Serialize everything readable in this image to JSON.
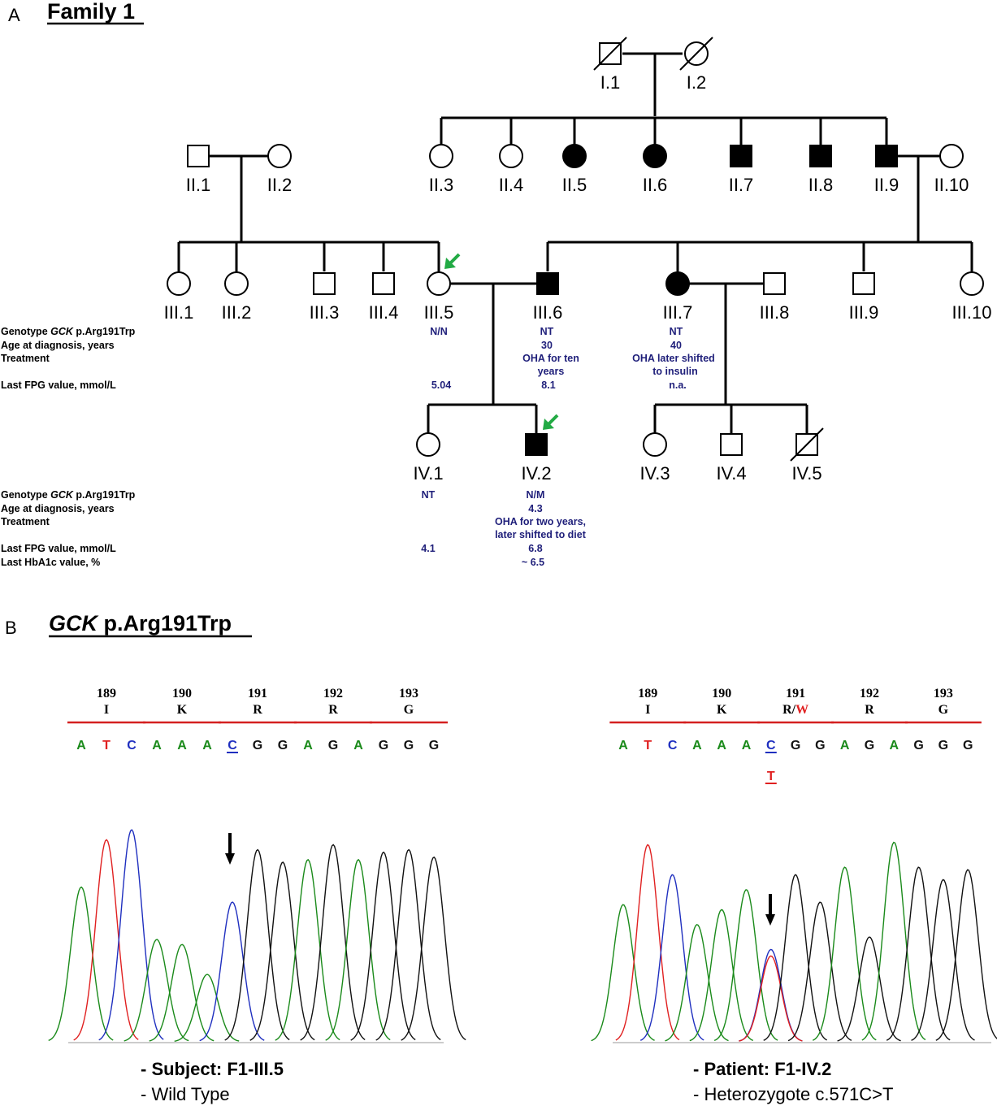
{
  "panel_a": {
    "letter": "A",
    "title": "Family 1",
    "individuals": [
      {
        "id": "I.1",
        "sex": "male",
        "affected": false,
        "deceased": true
      },
      {
        "id": "I.2",
        "sex": "female",
        "affected": false,
        "deceased": true
      },
      {
        "id": "II.1",
        "sex": "male",
        "affected": false,
        "deceased": false
      },
      {
        "id": "II.2",
        "sex": "female",
        "affected": false,
        "deceased": false
      },
      {
        "id": "II.3",
        "sex": "female",
        "affected": false,
        "deceased": false
      },
      {
        "id": "II.4",
        "sex": "female",
        "affected": false,
        "deceased": false
      },
      {
        "id": "II.5",
        "sex": "female",
        "affected": true,
        "deceased": false
      },
      {
        "id": "II.6",
        "sex": "female",
        "affected": true,
        "deceased": false
      },
      {
        "id": "II.7",
        "sex": "male",
        "affected": true,
        "deceased": false
      },
      {
        "id": "II.8",
        "sex": "male",
        "affected": true,
        "deceased": false
      },
      {
        "id": "II.9",
        "sex": "male",
        "affected": true,
        "deceased": false
      },
      {
        "id": "II.10",
        "sex": "female",
        "affected": false,
        "deceased": false
      },
      {
        "id": "III.1",
        "sex": "female",
        "affected": false,
        "deceased": false
      },
      {
        "id": "III.2",
        "sex": "female",
        "affected": false,
        "deceased": false
      },
      {
        "id": "III.3",
        "sex": "male",
        "affected": false,
        "deceased": false
      },
      {
        "id": "III.4",
        "sex": "male",
        "affected": false,
        "deceased": false
      },
      {
        "id": "III.5",
        "sex": "female",
        "affected": false,
        "deceased": false,
        "arrow": true
      },
      {
        "id": "III.6",
        "sex": "male",
        "affected": true,
        "deceased": false
      },
      {
        "id": "III.7",
        "sex": "female",
        "affected": true,
        "deceased": false
      },
      {
        "id": "III.8",
        "sex": "male",
        "affected": false,
        "deceased": false
      },
      {
        "id": "III.9",
        "sex": "male",
        "affected": false,
        "deceased": false
      },
      {
        "id": "III.10",
        "sex": "female",
        "affected": false,
        "deceased": false
      },
      {
        "id": "IV.1",
        "sex": "female",
        "affected": false,
        "deceased": false
      },
      {
        "id": "IV.2",
        "sex": "male",
        "affected": true,
        "deceased": false,
        "arrow": true
      },
      {
        "id": "IV.3",
        "sex": "female",
        "affected": false,
        "deceased": false
      },
      {
        "id": "IV.4",
        "sex": "male",
        "affected": false,
        "deceased": false
      },
      {
        "id": "IV.5",
        "sex": "male",
        "affected": false,
        "deceased": true
      }
    ],
    "gen3_table": {
      "row_labels": {
        "genotype_prefix": "Genotype ",
        "genotype_gene": "GCK",
        "genotype_variant": " p.Arg191Trp",
        "age": "Age at diagnosis, years",
        "treatment": "Treatment",
        "fpg": "Last FPG value, mmol/L"
      },
      "III_5": {
        "genotype": "N/N",
        "fpg": "5.04"
      },
      "III_6": {
        "genotype": "NT",
        "age": "30",
        "treatment_1": "OHA for ten",
        "treatment_2": "years",
        "fpg": "8.1"
      },
      "III_7": {
        "genotype": "NT",
        "age": "40",
        "treatment_1": "OHA later shifted",
        "treatment_2": "to insulin",
        "fpg": "n.a."
      }
    },
    "gen4_table": {
      "row_labels": {
        "genotype_prefix": "Genotype ",
        "genotype_gene": "GCK",
        "genotype_variant": " p.Arg191Trp",
        "age": "Age at diagnosis, years",
        "treatment": "Treatment",
        "fpg": "Last FPG value, mmol/L",
        "hba1c": "Last HbA1c value, %"
      },
      "IV_1": {
        "genotype": "NT",
        "fpg": "4.1"
      },
      "IV_2": {
        "genotype": "N/M",
        "age": "4.3",
        "treatment_1": "OHA for two years,",
        "treatment_2": "later shifted to diet",
        "fpg": "6.8",
        "hba1c": "~ 6.5"
      }
    }
  },
  "panel_b": {
    "letter": "B",
    "title_gene": "GCK",
    "title_variant": " p.Arg191Trp",
    "colors": {
      "A": "#1a8a1a",
      "T": "#e02020",
      "C": "#1f2fbf",
      "G": "#111111",
      "mutant": "#e02020"
    },
    "left": {
      "codons": [
        {
          "pos": "189",
          "aa": "I"
        },
        {
          "pos": "190",
          "aa": "K"
        },
        {
          "pos": "191",
          "aa": "R"
        },
        {
          "pos": "192",
          "aa": "R"
        },
        {
          "pos": "193",
          "aa": "G"
        }
      ],
      "bases": [
        "A",
        "T",
        "C",
        "A",
        "A",
        "A",
        "C",
        "G",
        "G",
        "A",
        "G",
        "A",
        "G",
        "G",
        "G"
      ],
      "peak_heights": [
        0.62,
        0.81,
        0.85,
        0.41,
        0.39,
        0.27,
        0.56,
        0.77,
        0.72,
        0.73,
        0.79,
        0.73,
        0.76,
        0.77,
        0.74
      ],
      "caption_1": "- Subject: F1-III.5",
      "caption_2": "- Wild Type"
    },
    "right": {
      "codons": [
        {
          "pos": "189",
          "aa": "I"
        },
        {
          "pos": "190",
          "aa": "K"
        },
        {
          "pos": "191",
          "aa": "R/",
          "aa_mut": "W",
          "mutant": true
        },
        {
          "pos": "192",
          "aa": "R"
        },
        {
          "pos": "193",
          "aa": "G"
        }
      ],
      "bases": [
        "A",
        "T",
        "C",
        "A",
        "A",
        "A",
        "C",
        "G",
        "G",
        "A",
        "G",
        "A",
        "G",
        "G",
        "G"
      ],
      "mutant_base": "T",
      "peak_heights": [
        0.55,
        0.79,
        0.67,
        0.47,
        0.53,
        0.61,
        0.37,
        0.67,
        0.56,
        0.7,
        0.42,
        0.8,
        0.7,
        0.65,
        0.69
      ],
      "caption_1": "- Patient: F1-IV.2",
      "caption_2": "- Heterozygote c.571C>T"
    }
  }
}
